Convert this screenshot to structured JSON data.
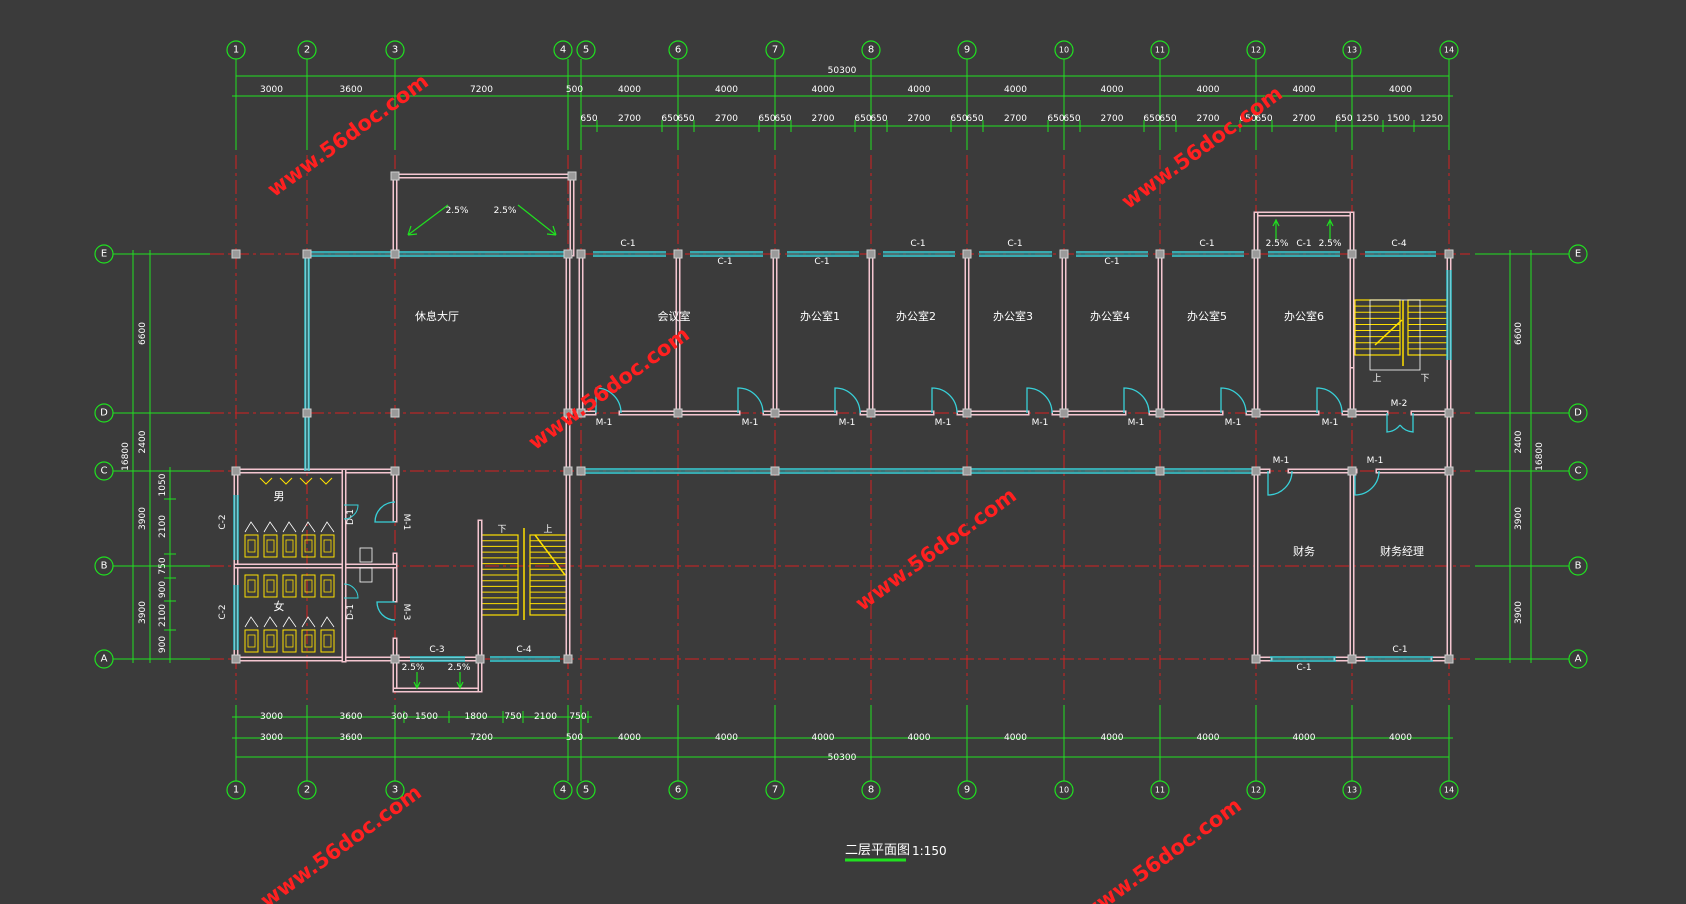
{
  "title": "二层平面图",
  "scale": "1:150",
  "watermark": "www.56doc.com",
  "colors": {
    "background": "#3b3b3b",
    "grid_axis": "#d42020",
    "dimension": "#20e020",
    "wall": "#f4c6d0",
    "window": "#38d0d8",
    "column": "#cfcfcf",
    "stair": "#ffe000",
    "text": "#ffffff",
    "watermark": "#ff2020"
  },
  "axes_x": [
    "1",
    "2",
    "3",
    "4",
    "5",
    "6",
    "7",
    "8",
    "9",
    "10",
    "11",
    "12",
    "13",
    "14"
  ],
  "axes_y": [
    "E",
    "D",
    "C",
    "B",
    "A"
  ],
  "dims_top_total": "50300",
  "dims_top_row1": [
    "3000",
    "3600",
    "7200",
    "500",
    "4000",
    "4000",
    "4000",
    "4000",
    "4000",
    "4000",
    "4000",
    "4000",
    "4000"
  ],
  "dims_top_row2": [
    "650",
    "2700",
    "650",
    "650",
    "2700",
    "650",
    "650",
    "2700",
    "650",
    "650",
    "2700",
    "650",
    "650",
    "2700",
    "650",
    "650",
    "2700",
    "650",
    "650",
    "2700",
    "650",
    "650",
    "2700",
    "650",
    "1250",
    "1500",
    "1250"
  ],
  "dims_bottom_row1": [
    "3000",
    "3600",
    "300",
    "1500",
    "1800",
    "750",
    "2100",
    "750"
  ],
  "dims_bottom_row2": [
    "3000",
    "3600",
    "7200",
    "500",
    "4000",
    "4000",
    "4000",
    "4000",
    "4000",
    "4000",
    "4000",
    "4000",
    "4000"
  ],
  "dims_bottom_total": "50300",
  "dims_left_total": "16800",
  "dims_left": [
    "6600",
    "2400",
    "3900",
    "3900"
  ],
  "dims_left_small": [
    "1050",
    "2100",
    "750",
    "900",
    "2100",
    "900"
  ],
  "dims_right_total": "16800",
  "dims_right": [
    "6600",
    "2400",
    "3900",
    "3900"
  ],
  "rooms": {
    "lounge": "休息大厅",
    "meeting": "会议室",
    "office1": "办公室1",
    "office2": "办公室2",
    "office3": "办公室3",
    "office4": "办公室4",
    "office5": "办公室5",
    "office6": "办公室6",
    "finance": "财务",
    "finance_manager": "财务经理",
    "men": "男",
    "women": "女"
  },
  "labels": {
    "slope": "2.5%",
    "window_c1": "C-1",
    "window_c2": "C-2",
    "window_c3": "C-3",
    "window_c4": "C-4",
    "door_m1": "M-1",
    "door_m2": "M-2",
    "door_m3": "M-3",
    "door_d1": "D-1",
    "up": "上",
    "down": "下"
  }
}
